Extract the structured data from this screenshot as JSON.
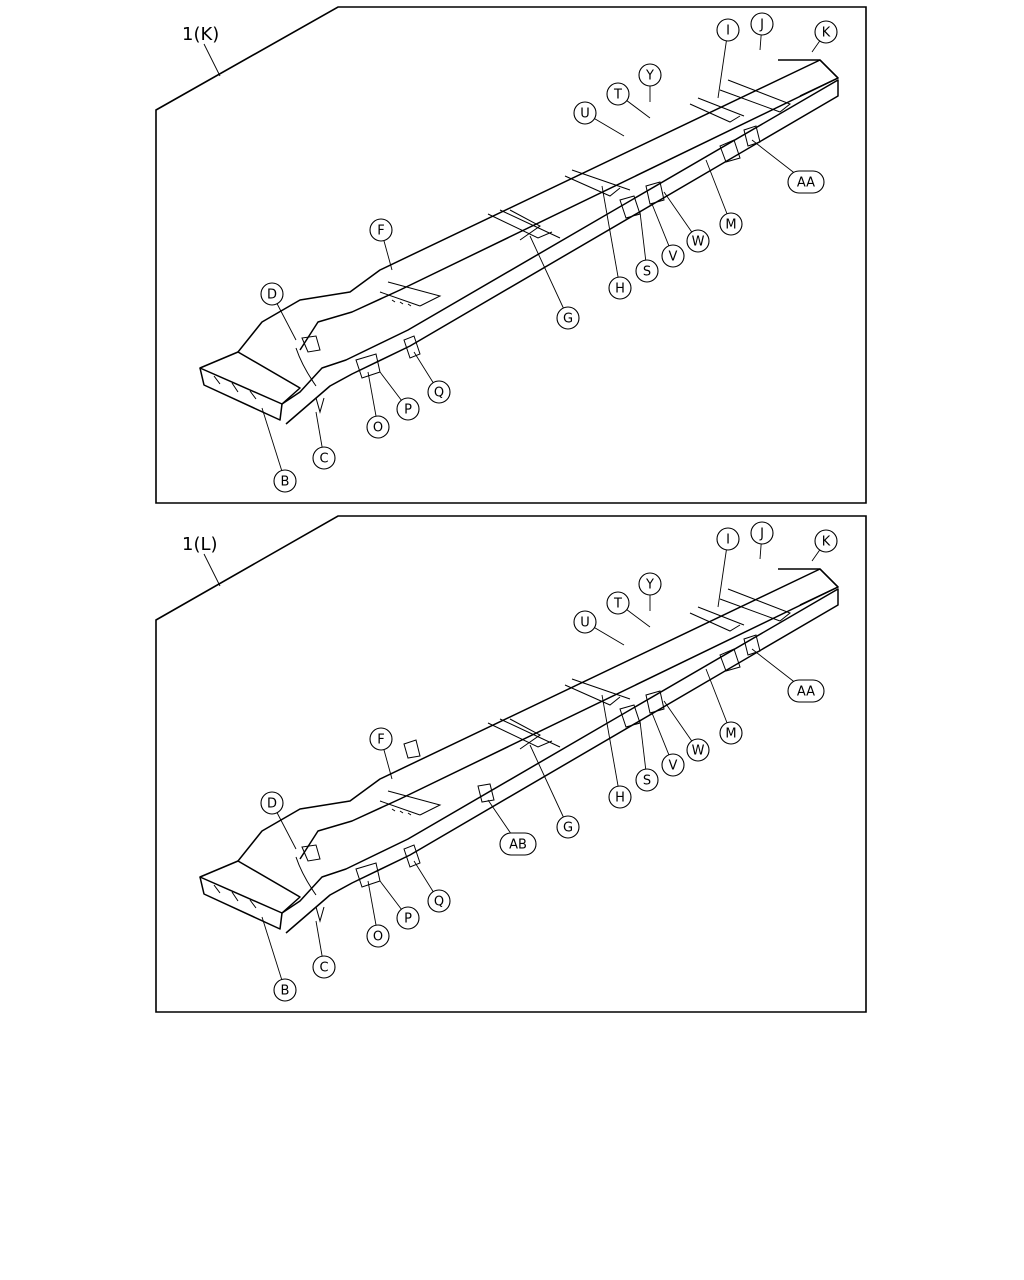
{
  "panels": [
    {
      "title": "1(K)",
      "callouts": [
        "K",
        "J",
        "I",
        "Y",
        "T",
        "U",
        "AA",
        "M",
        "W",
        "V",
        "S",
        "H",
        "F",
        "G",
        "D",
        "Q",
        "P",
        "O",
        "C",
        "B"
      ]
    },
    {
      "title": "1(L)",
      "callouts": [
        "K",
        "J",
        "I",
        "Y",
        "T",
        "U",
        "AA",
        "M",
        "W",
        "V",
        "S",
        "H",
        "F",
        "G",
        "AB",
        "D",
        "Q",
        "P",
        "O",
        "C",
        "B"
      ]
    }
  ]
}
